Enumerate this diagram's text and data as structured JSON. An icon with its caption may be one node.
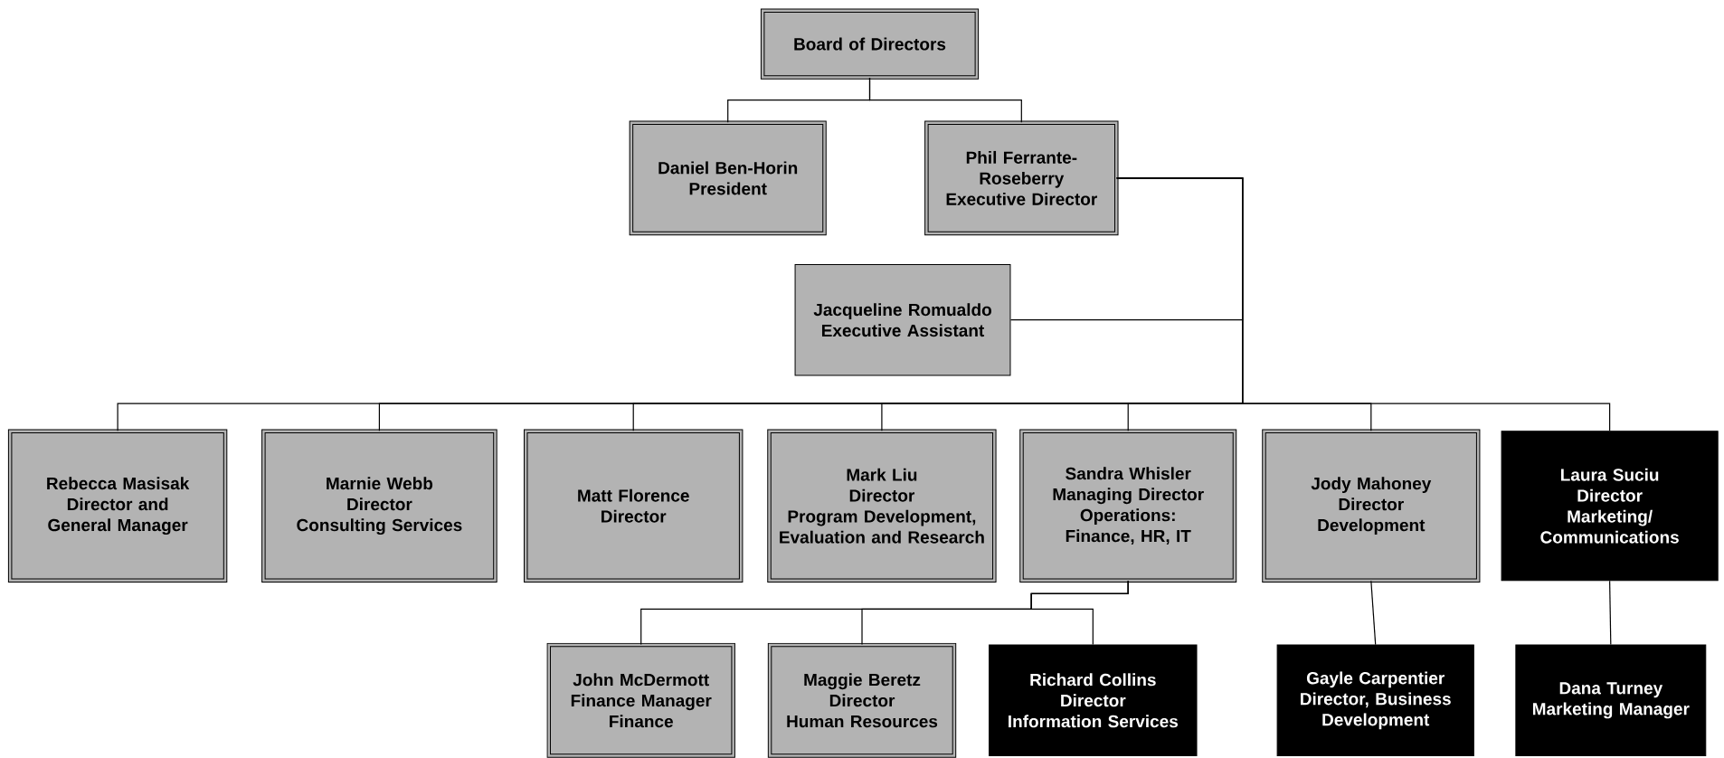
{
  "diagram": {
    "nodes": [
      {
        "text": [
          "Board of Directors"
        ]
      },
      {
        "text": [
          "Daniel Ben-Horin",
          "President"
        ]
      },
      {
        "text": [
          "Phil Ferrante-Roseberry",
          "Executive Director"
        ]
      },
      {
        "text": [
          "Jacqueline Romualdo",
          "Executive Assistant"
        ]
      },
      {
        "text": [
          "Rebecca Masisak",
          "Director and General Manager"
        ]
      },
      {
        "text": [
          "Marnie Webb",
          "Director",
          "Consulting Services"
        ]
      },
      {
        "text": [
          "Matt Florence",
          "Director"
        ]
      },
      {
        "text": [
          "Mark Liu",
          "Director",
          "Program Development, Evaluation and Research"
        ]
      },
      {
        "text": [
          "Sandra Whisler",
          "Managing Director",
          "Operations: Finance, HR, IT"
        ]
      },
      {
        "text": [
          "Jody Mahoney",
          "Director",
          "Development"
        ]
      },
      {
        "text": [
          "Laura Suciu",
          "Director",
          "Marketing/ Communications"
        ]
      },
      {
        "text": [
          "John McDermott",
          "Finance Manager",
          "Finance"
        ]
      },
      {
        "text": [
          "Maggie Beretz",
          "Director",
          "Human Resources"
        ]
      },
      {
        "text": [
          "Richard Collins",
          "Director",
          "Information Services"
        ]
      },
      {
        "text": [
          "Gayle Carpentier",
          "Director, Business Development"
        ]
      },
      {
        "text": [
          "Dana Turney",
          "Marketing Manager"
        ]
      }
    ],
    "edges": [
      {
        "from": 0,
        "to": 1,
        "arrow": "none"
      },
      {
        "from": 0,
        "to": 2,
        "arrow": "none"
      },
      {
        "from": 2,
        "to": 3,
        "arrow": "none"
      },
      {
        "from": 2,
        "to": 4,
        "arrow": "none"
      },
      {
        "from": 2,
        "to": 5,
        "arrow": "none"
      },
      {
        "from": 2,
        "to": 6,
        "arrow": "none"
      },
      {
        "from": 2,
        "to": 7,
        "arrow": "none"
      },
      {
        "from": 2,
        "to": 8,
        "arrow": "none"
      },
      {
        "from": 2,
        "to": 9,
        "arrow": "none"
      },
      {
        "from": 2,
        "to": 10,
        "arrow": "none"
      },
      {
        "from": 8,
        "to": 11,
        "arrow": "none"
      },
      {
        "from": 8,
        "to": 12,
        "arrow": "none"
      },
      {
        "from": 8,
        "to": 13,
        "arrow": "none"
      },
      {
        "from": 9,
        "to": 14,
        "arrow": "none"
      },
      {
        "from": 10,
        "to": 15,
        "arrow": "none"
      }
    ]
  }
}
